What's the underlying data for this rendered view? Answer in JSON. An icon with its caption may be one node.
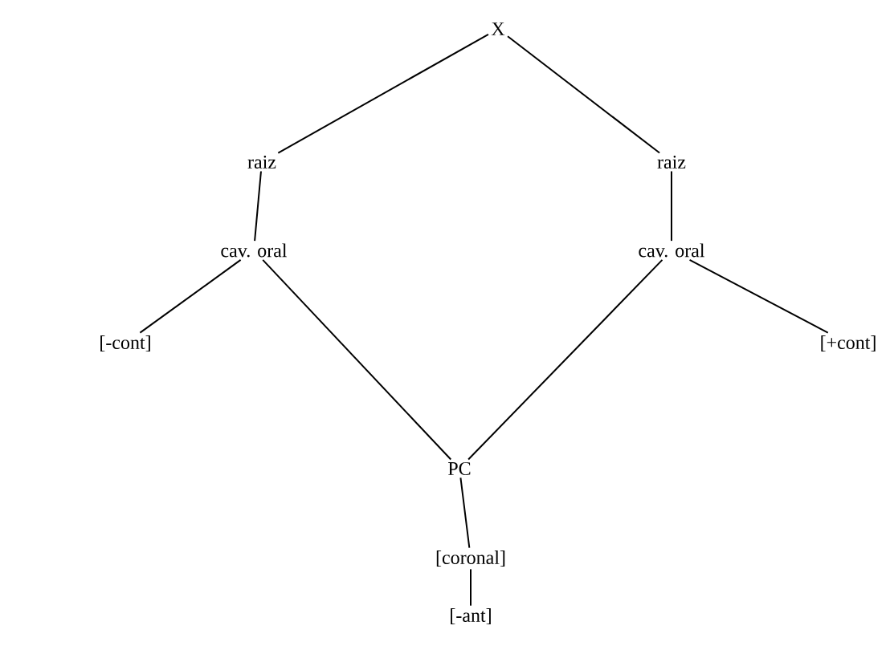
{
  "diagram": {
    "nodes": [
      {
        "text": [
          "X"
        ]
      },
      {
        "text": [
          "raiz"
        ]
      },
      {
        "text": [
          "raiz"
        ]
      },
      {
        "text": [
          "cav. oral"
        ]
      },
      {
        "text": [
          "cav. oral"
        ]
      },
      {
        "text": [
          "[-cont]"
        ]
      },
      {
        "text": [
          "[+cont]"
        ]
      },
      {
        "text": [
          "PC"
        ]
      },
      {
        "text": [
          "[coronal]"
        ]
      },
      {
        "text": [
          "[-ant]"
        ]
      }
    ],
    "edges": [
      {
        "from": 0,
        "to": 1,
        "arrow": "none"
      },
      {
        "from": 0,
        "to": 2,
        "arrow": "none"
      },
      {
        "from": 1,
        "to": 3,
        "arrow": "none"
      },
      {
        "from": 2,
        "to": 4,
        "arrow": "none"
      },
      {
        "from": 3,
        "to": 5,
        "arrow": "none"
      },
      {
        "from": 3,
        "to": 7,
        "arrow": "none"
      },
      {
        "from": 4,
        "to": 7,
        "arrow": "none"
      },
      {
        "from": 4,
        "to": 6,
        "arrow": "none"
      },
      {
        "from": 7,
        "to": 8,
        "arrow": "none"
      },
      {
        "from": 8,
        "to": 9,
        "arrow": "none"
      }
    ]
  }
}
